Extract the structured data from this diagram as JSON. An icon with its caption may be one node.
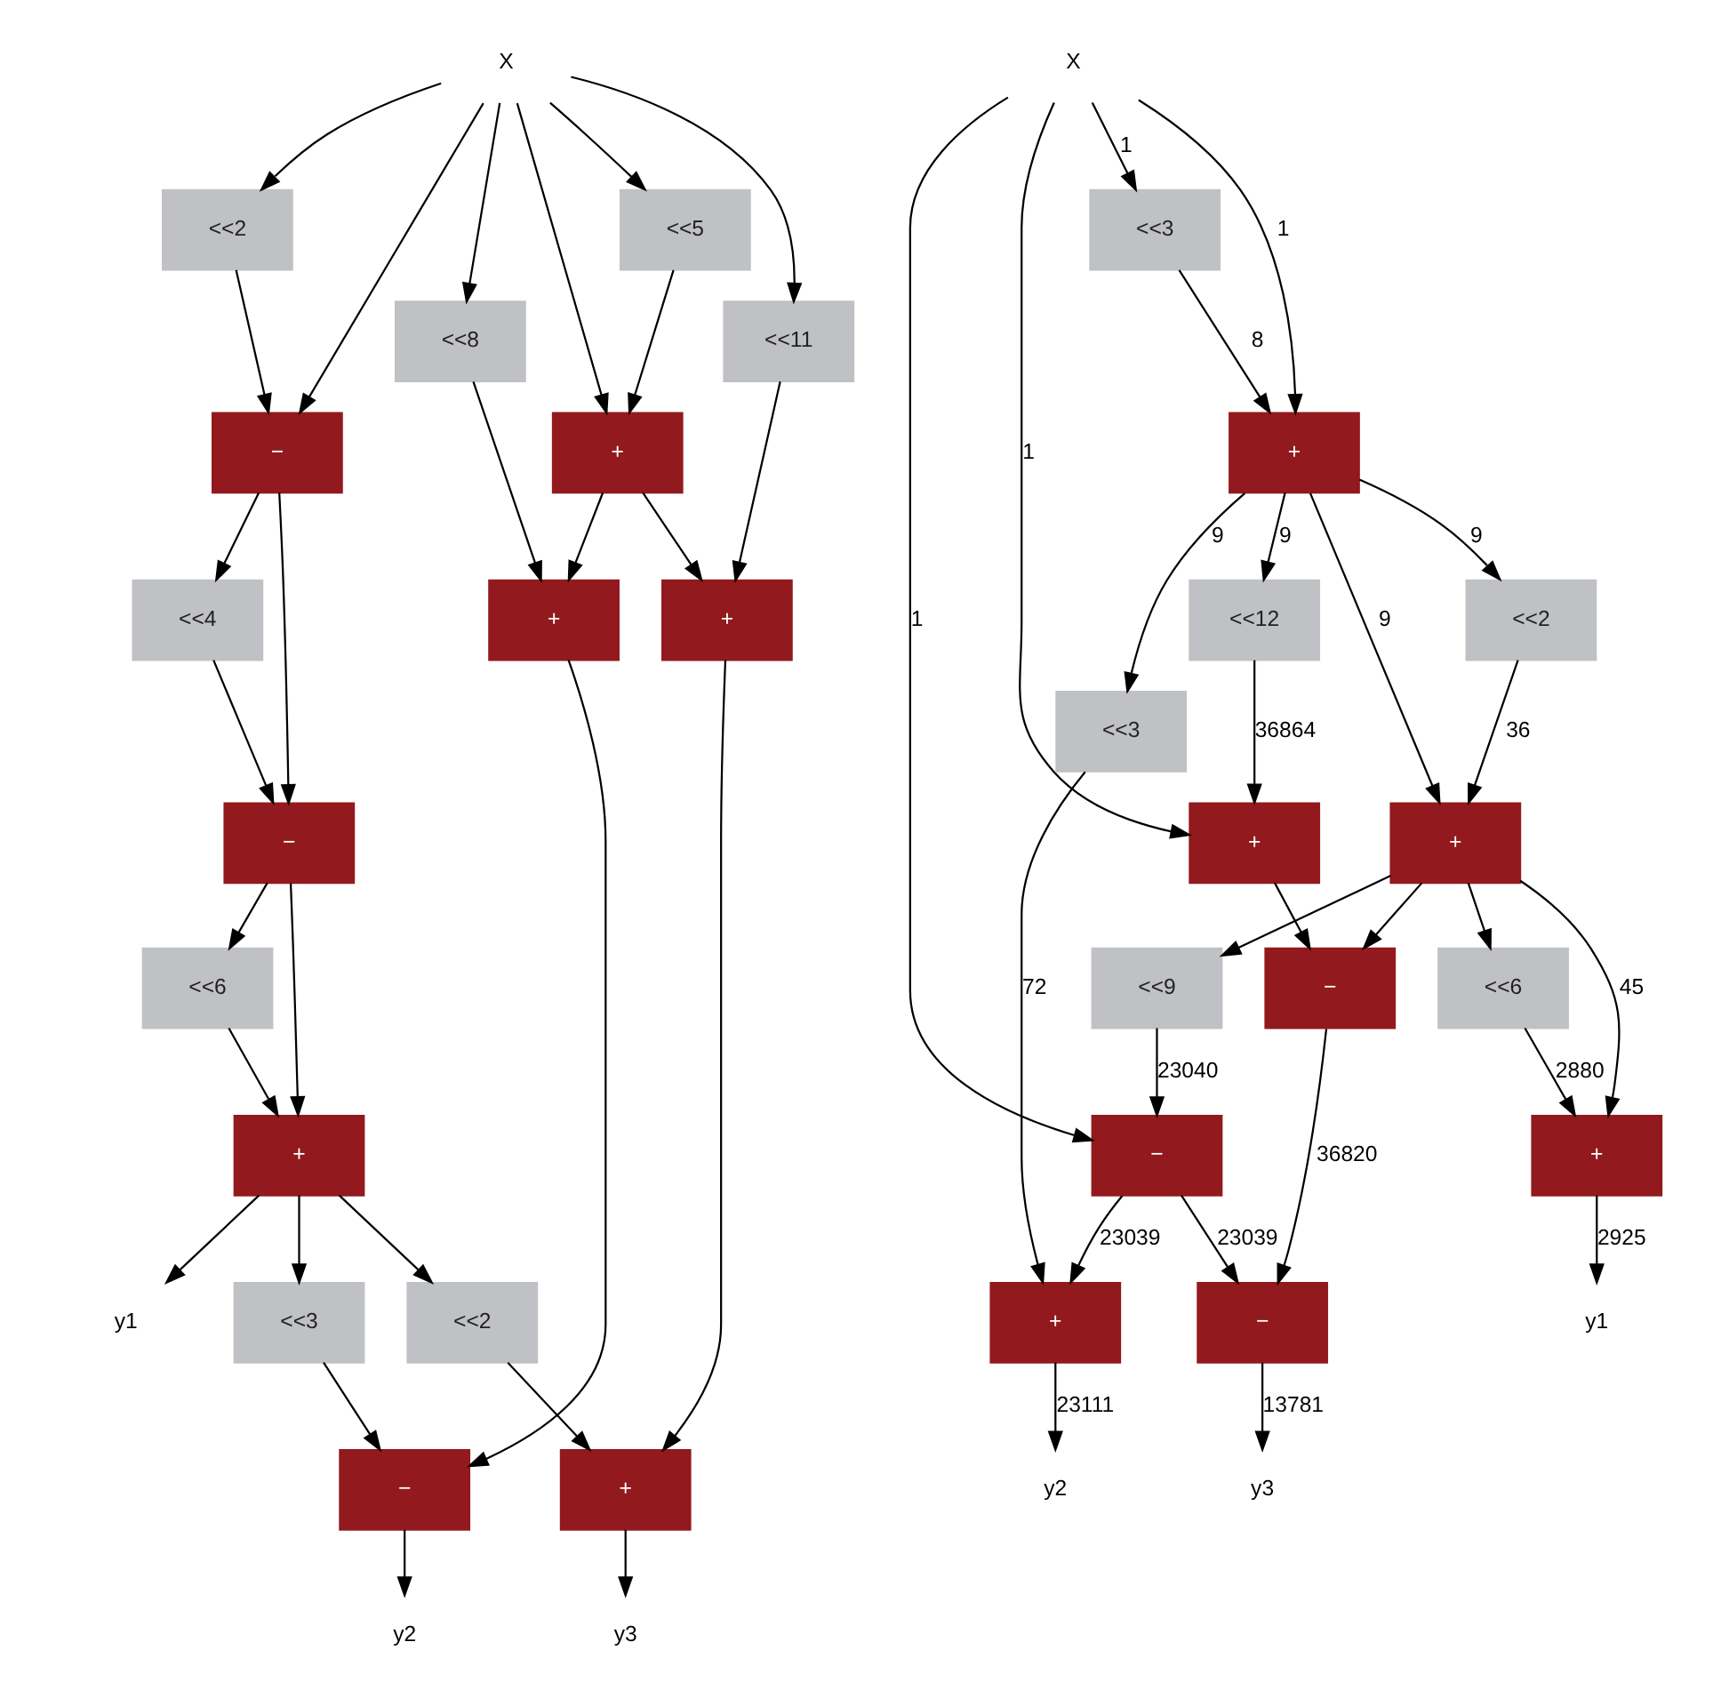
{
  "diagram": {
    "nodes": [
      {
        "text": [
          "X"
        ]
      },
      {
        "text": [
          "<<2"
        ]
      },
      {
        "text": [
          "<<5"
        ]
      },
      {
        "text": [
          "<<11"
        ]
      },
      {
        "text": [
          "−"
        ]
      },
      {
        "text": [
          "<<8"
        ]
      },
      {
        "text": [
          "+"
        ]
      },
      {
        "text": [
          "<<4"
        ]
      },
      {
        "text": [
          "+"
        ]
      },
      {
        "text": [
          "+"
        ]
      },
      {
        "text": [
          "−"
        ]
      },
      {
        "text": [
          "<<6"
        ]
      },
      {
        "text": [
          "+"
        ]
      },
      {
        "text": [
          "<<3"
        ]
      },
      {
        "text": [
          "<<2"
        ]
      },
      {
        "text": [
          "−"
        ]
      },
      {
        "text": [
          "+"
        ]
      },
      {
        "text": [
          "y1"
        ]
      },
      {
        "text": [
          "y2"
        ]
      },
      {
        "text": [
          "y3"
        ]
      },
      {
        "text": [
          "X"
        ]
      },
      {
        "text": [
          "<<3"
        ]
      },
      {
        "text": [
          "+"
        ]
      },
      {
        "text": [
          "<<12"
        ]
      },
      {
        "text": [
          "<<2"
        ]
      },
      {
        "text": [
          "<<3"
        ]
      },
      {
        "text": [
          "+"
        ]
      },
      {
        "text": [
          "+"
        ]
      },
      {
        "text": [
          "<<9"
        ]
      },
      {
        "text": [
          "−"
        ]
      },
      {
        "text": [
          "<<6"
        ]
      },
      {
        "text": [
          "−"
        ]
      },
      {
        "text": [
          "+"
        ]
      },
      {
        "text": [
          "+"
        ]
      },
      {
        "text": [
          "−"
        ]
      },
      {
        "text": [
          "y2"
        ]
      },
      {
        "text": [
          "y3"
        ]
      },
      {
        "text": [
          "y1"
        ]
      }
    ],
    "edges": [
      {
        "from": 0,
        "to": 1,
        "arrow": "to"
      },
      {
        "from": 0,
        "to": 4,
        "arrow": "to"
      },
      {
        "from": 0,
        "to": 5,
        "arrow": "to"
      },
      {
        "from": 0,
        "to": 2,
        "arrow": "to"
      },
      {
        "from": 0,
        "to": 6,
        "arrow": "to"
      },
      {
        "from": 0,
        "to": 3,
        "arrow": "to"
      },
      {
        "from": 1,
        "to": 4,
        "arrow": "to"
      },
      {
        "from": 2,
        "to": 6,
        "arrow": "to"
      },
      {
        "from": 5,
        "to": 8,
        "arrow": "to"
      },
      {
        "from": 6,
        "to": 8,
        "arrow": "to"
      },
      {
        "from": 6,
        "to": 9,
        "arrow": "to"
      },
      {
        "from": 3,
        "to": 9,
        "arrow": "to"
      },
      {
        "from": 4,
        "to": 7,
        "arrow": "to"
      },
      {
        "from": 4,
        "to": 10,
        "arrow": "to"
      },
      {
        "from": 7,
        "to": 10,
        "arrow": "to"
      },
      {
        "from": 10,
        "to": 11,
        "arrow": "to"
      },
      {
        "from": 10,
        "to": 12,
        "arrow": "to"
      },
      {
        "from": 11,
        "to": 12,
        "arrow": "to"
      },
      {
        "from": 12,
        "to": 17,
        "arrow": "to"
      },
      {
        "from": 12,
        "to": 13,
        "arrow": "to"
      },
      {
        "from": 12,
        "to": 14,
        "arrow": "to"
      },
      {
        "from": 13,
        "to": 15,
        "arrow": "to"
      },
      {
        "from": 8,
        "to": 15,
        "arrow": "to"
      },
      {
        "from": 14,
        "to": 16,
        "arrow": "to"
      },
      {
        "from": 9,
        "to": 16,
        "arrow": "to"
      },
      {
        "from": 15,
        "to": 18,
        "arrow": "to"
      },
      {
        "from": 16,
        "to": 19,
        "arrow": "to"
      },
      {
        "from": 20,
        "to": 31,
        "arrow": "to",
        "label": "1"
      },
      {
        "from": 20,
        "to": 26,
        "arrow": "to",
        "label": "1"
      },
      {
        "from": 20,
        "to": 21,
        "arrow": "to",
        "label": "1"
      },
      {
        "from": 20,
        "to": 22,
        "arrow": "to",
        "label": "1"
      },
      {
        "from": 21,
        "to": 22,
        "arrow": "to",
        "label": "8"
      },
      {
        "from": 22,
        "to": 25,
        "arrow": "to",
        "label": "9"
      },
      {
        "from": 22,
        "to": 23,
        "arrow": "to",
        "label": "9"
      },
      {
        "from": 22,
        "to": 24,
        "arrow": "to",
        "label": "9"
      },
      {
        "from": 22,
        "to": 27,
        "arrow": "to",
        "label": "9"
      },
      {
        "from": 23,
        "to": 26,
        "arrow": "to",
        "label": "36864"
      },
      {
        "from": 24,
        "to": 27,
        "arrow": "to",
        "label": "36"
      },
      {
        "from": 25,
        "to": 33,
        "arrow": "to",
        "label": "72"
      },
      {
        "from": 26,
        "to": 29,
        "arrow": "to"
      },
      {
        "from": 27,
        "to": 28,
        "arrow": "to"
      },
      {
        "from": 27,
        "to": 29,
        "arrow": "to"
      },
      {
        "from": 27,
        "to": 30,
        "arrow": "to"
      },
      {
        "from": 27,
        "to": 32,
        "arrow": "to",
        "label": "45"
      },
      {
        "from": 28,
        "to": 31,
        "arrow": "to",
        "label": "23040"
      },
      {
        "from": 30,
        "to": 32,
        "arrow": "to",
        "label": "2880"
      },
      {
        "from": 29,
        "to": 34,
        "arrow": "to",
        "label": "36820"
      },
      {
        "from": 31,
        "to": 33,
        "arrow": "to",
        "label": "23039"
      },
      {
        "from": 31,
        "to": 34,
        "arrow": "to",
        "label": "23039"
      },
      {
        "from": 32,
        "to": 37,
        "arrow": "to",
        "label": "2925"
      },
      {
        "from": 33,
        "to": 35,
        "arrow": "to",
        "label": "23111"
      },
      {
        "from": 34,
        "to": 36,
        "arrow": "to",
        "label": "13781"
      }
    ]
  }
}
